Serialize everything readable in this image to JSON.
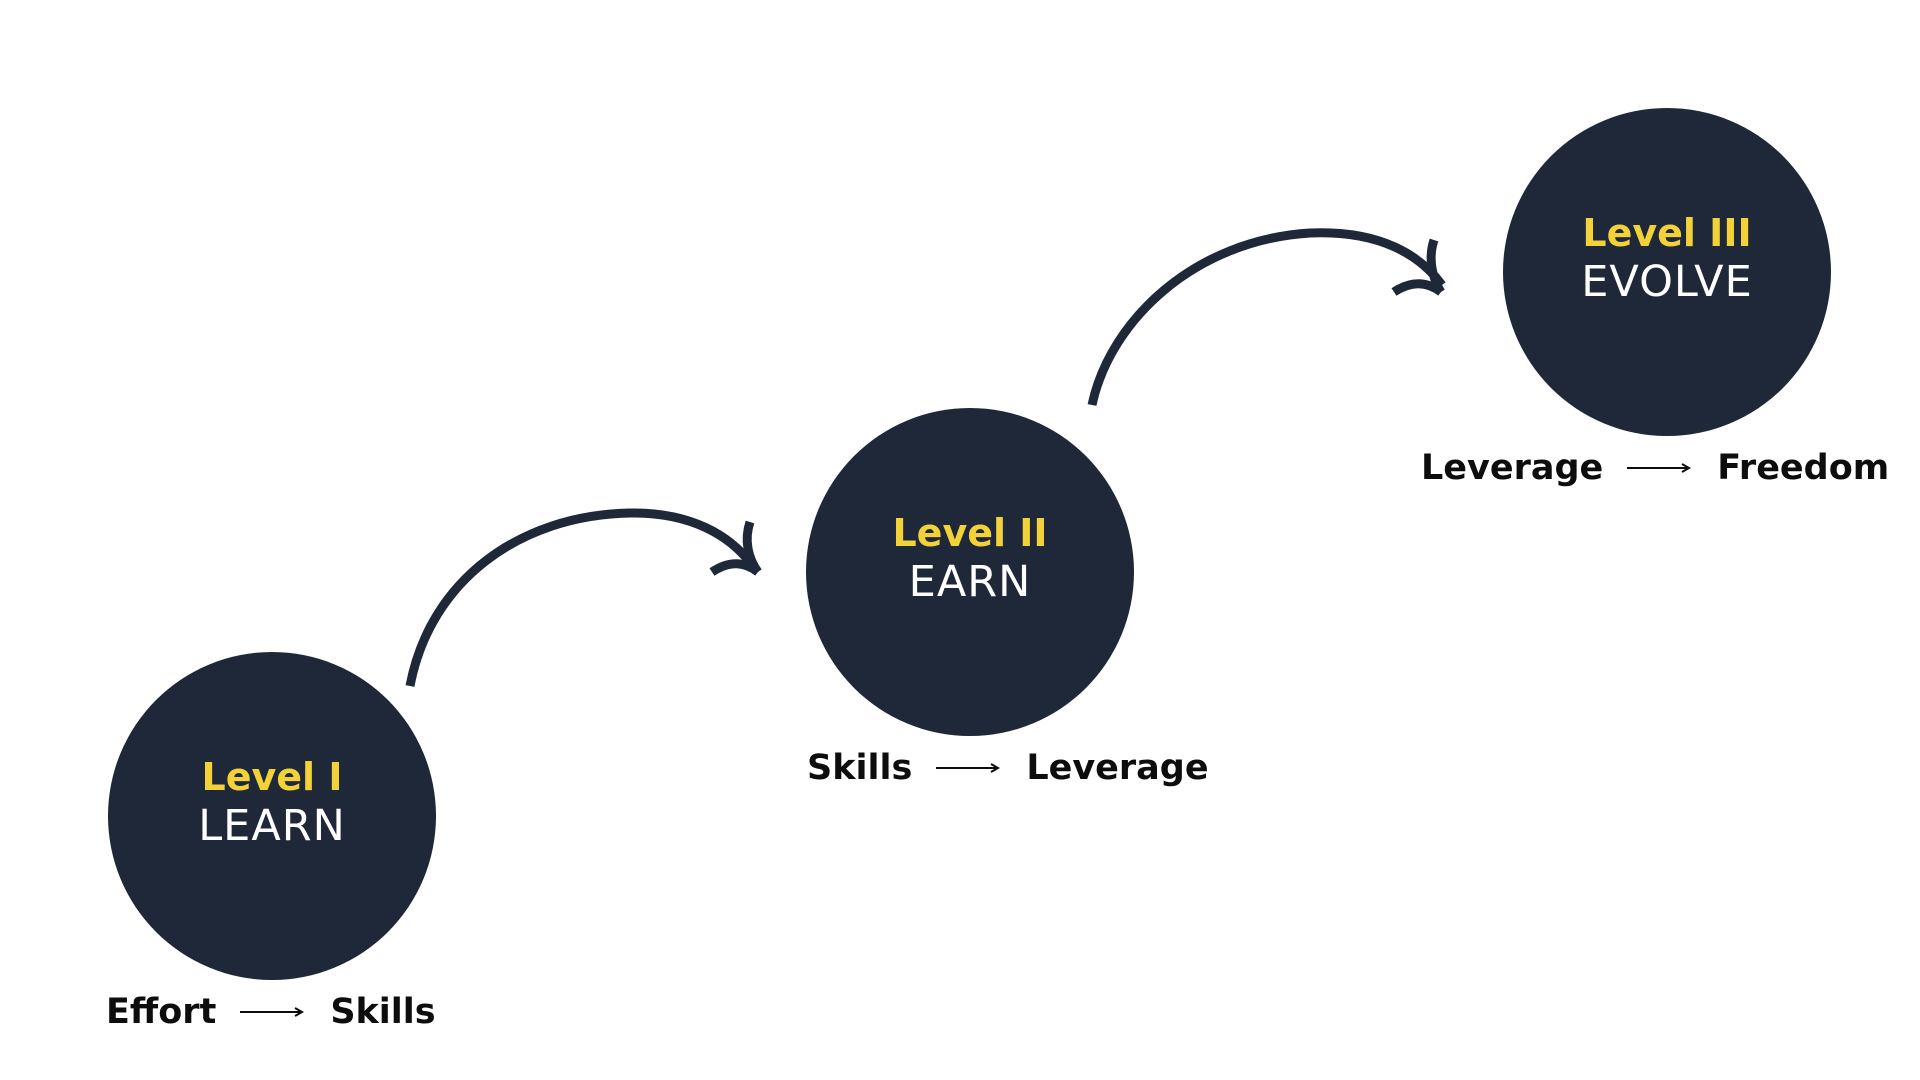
{
  "colors": {
    "circle": "#1e2838",
    "level_text": "#f3d239",
    "stage_text": "#ffffff",
    "flow_text": "#0d0d0d",
    "arc": "#1e2838"
  },
  "levels": [
    {
      "level": "Level I",
      "name": "LEARN",
      "from": "Effort",
      "to": "Skills"
    },
    {
      "level": "Level II",
      "name": "EARN",
      "from": "Skills",
      "to": "Leverage"
    },
    {
      "level": "Level III",
      "name": "EVOLVE",
      "from": "Leverage",
      "to": "Freedom"
    }
  ]
}
